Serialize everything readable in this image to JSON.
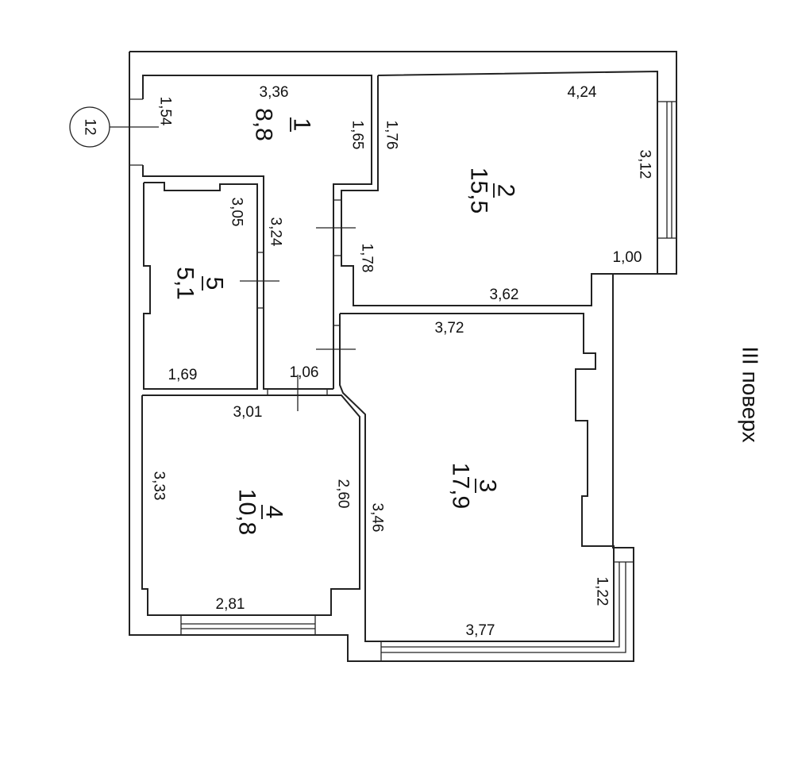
{
  "floor_label": "III поверх",
  "axis_marker": "12",
  "rooms": [
    {
      "number": "1",
      "area": "8,8"
    },
    {
      "number": "2",
      "area": "15,5"
    },
    {
      "number": "3",
      "area": "17,9"
    },
    {
      "number": "4",
      "area": "10,8"
    },
    {
      "number": "5",
      "area": "5,1"
    }
  ],
  "dimensions": {
    "room1_top": "3,36",
    "room1_left": "1,54",
    "room1_right": "1,65",
    "room2_left": "1,76",
    "room2_top": "4,24",
    "room2_right": "3,12",
    "room2_lower_left": "1,78",
    "room2_corner": "1,00",
    "room2_bottom": "3,62",
    "room5_right": "3,05",
    "corridor_left": "3,24",
    "room5_bottom": "1,69",
    "corridor_bottom": "1,06",
    "room3_top": "3,72",
    "room3_left": "3,46",
    "room3_right": "1,22",
    "room3_bottom": "3,77",
    "room4_top": "3,01",
    "room4_left": "3,33",
    "room4_right": "2,60",
    "room4_bottom": "2,81"
  },
  "colors": {
    "line": "#222222",
    "background": "#ffffff"
  }
}
